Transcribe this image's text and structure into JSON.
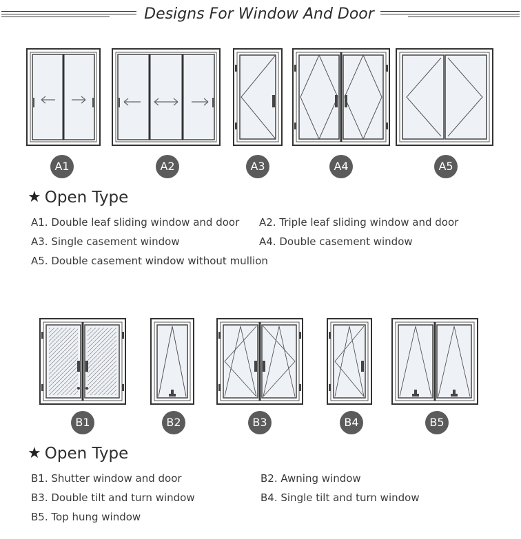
{
  "header": {
    "title": "Designs For Window And Door"
  },
  "section_a": {
    "heading": "Open Type",
    "badges": [
      "A1",
      "A2",
      "A3",
      "A4",
      "A5"
    ],
    "descriptions": [
      "A1. Double leaf sliding window and door",
      "A2. Triple leaf sliding window and door",
      "A3. Single casement window",
      "A4. Double casement window",
      "A5. Double casement window without mullion"
    ]
  },
  "section_b": {
    "heading": "Open Type",
    "badges": [
      "B1",
      "B2",
      "B3",
      "B4",
      "B5"
    ],
    "descriptions": [
      "B1. Shutter window and door",
      "B2. Awning window",
      "B3. Double tilt and turn window",
      "B4. Single tilt and turn window",
      "B5. Top hung window"
    ]
  },
  "icons": {
    "heading_bullet": "star-icon"
  },
  "colors": {
    "badge": "#5b5b5b",
    "frame": "#333333",
    "glass": "#eef2f7"
  }
}
